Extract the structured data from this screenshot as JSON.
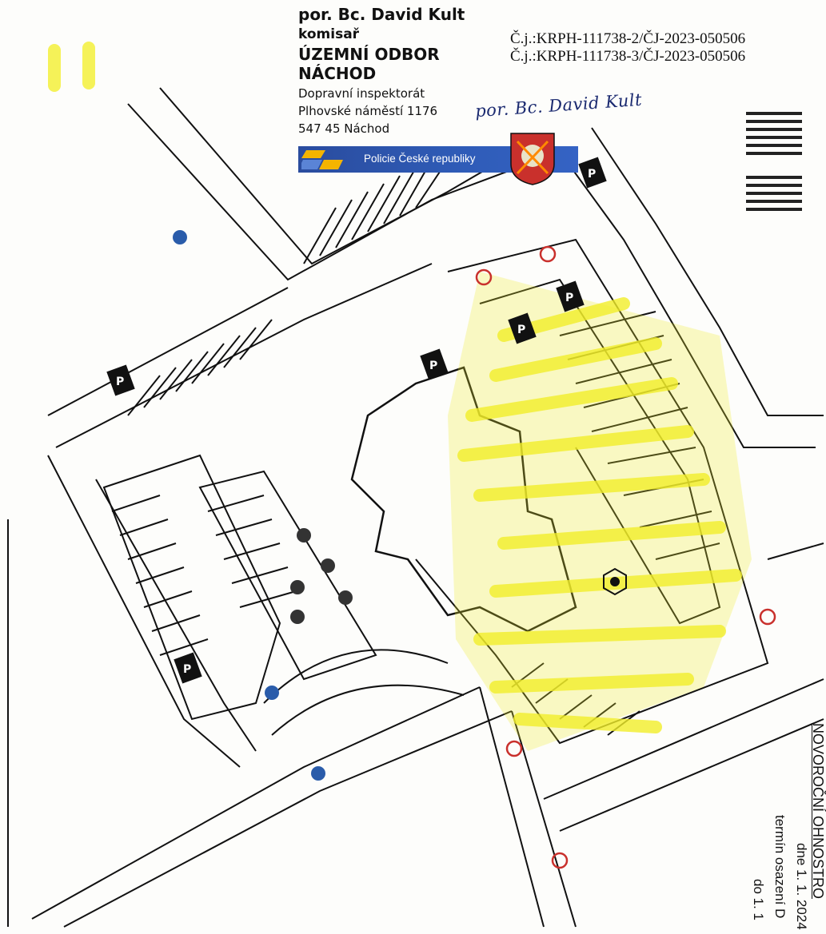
{
  "stamp": {
    "name": "por. Bc. David Kult",
    "rank": "komisař",
    "unit": "ÚZEMNÍ ODBOR NÁCHOD",
    "department": "Dopravní inspektorát",
    "street": "Plhovské náměstí 1176",
    "city": "547 45 Náchod"
  },
  "references": [
    "Č.j.:KRPH-111738-2/ČJ-2023-050506",
    "Č.j.:KRPH-111738-3/ČJ-2023-050506"
  ],
  "signature": "por. Bc. David Kult",
  "police_banner": "Policie České republiky",
  "side_text": {
    "title": "NOVOROČNÍ OHNOSTRO",
    "date": "dne 1. 1. 2024",
    "install": "termín osazení D",
    "until": "do 1. 1"
  },
  "colors": {
    "highlight": "#f2ee2a",
    "banner": "#2f5cb8",
    "ink": "#111111",
    "sign_no_stopping": "#c9302c",
    "sign_info": "#2a5caa"
  }
}
